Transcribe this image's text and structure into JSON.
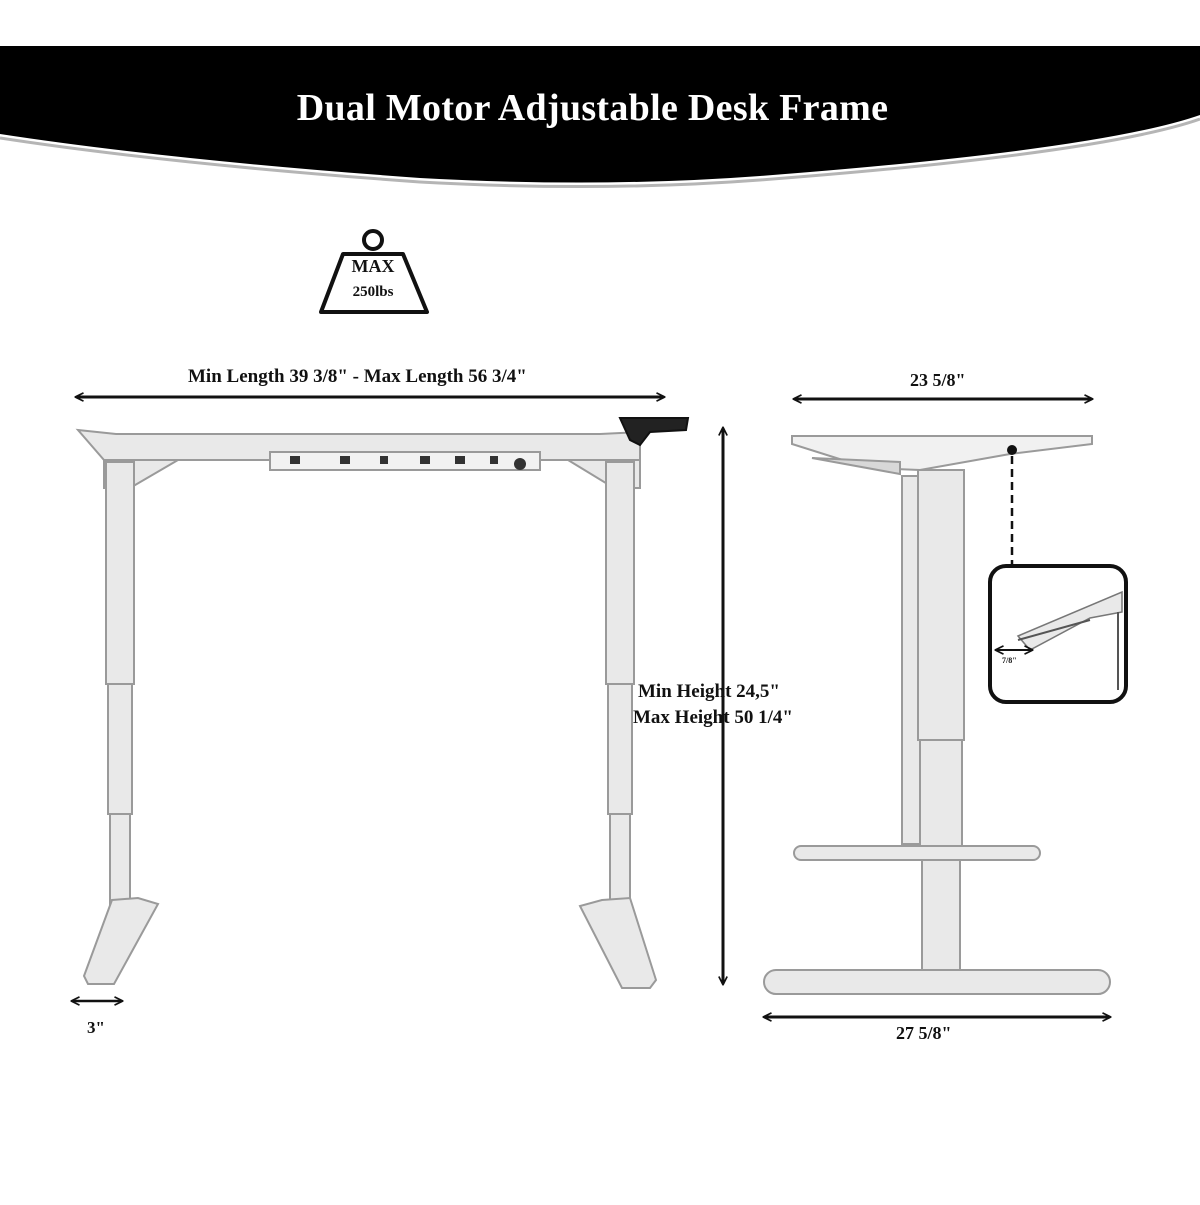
{
  "title": "Dual Motor Adjustable Desk Frame",
  "weight_badge": {
    "line1": "MAX",
    "line2": "250lbs"
  },
  "dimensions": {
    "length": "Min Length 39 3/8\" - Max Length 56 3/4\"",
    "height_min": "Min Height 24,5\"",
    "height_max": "Max Height 50 1/4\"",
    "foot_width": "3\"",
    "top_depth": "23 5/8\"",
    "base_depth": "27 5/8\"",
    "inset_width": "7/8\""
  },
  "colors": {
    "banner": "#000000",
    "frame": "#e9e9e9",
    "frame_edge": "#9a9a9a",
    "text": "#111111"
  }
}
